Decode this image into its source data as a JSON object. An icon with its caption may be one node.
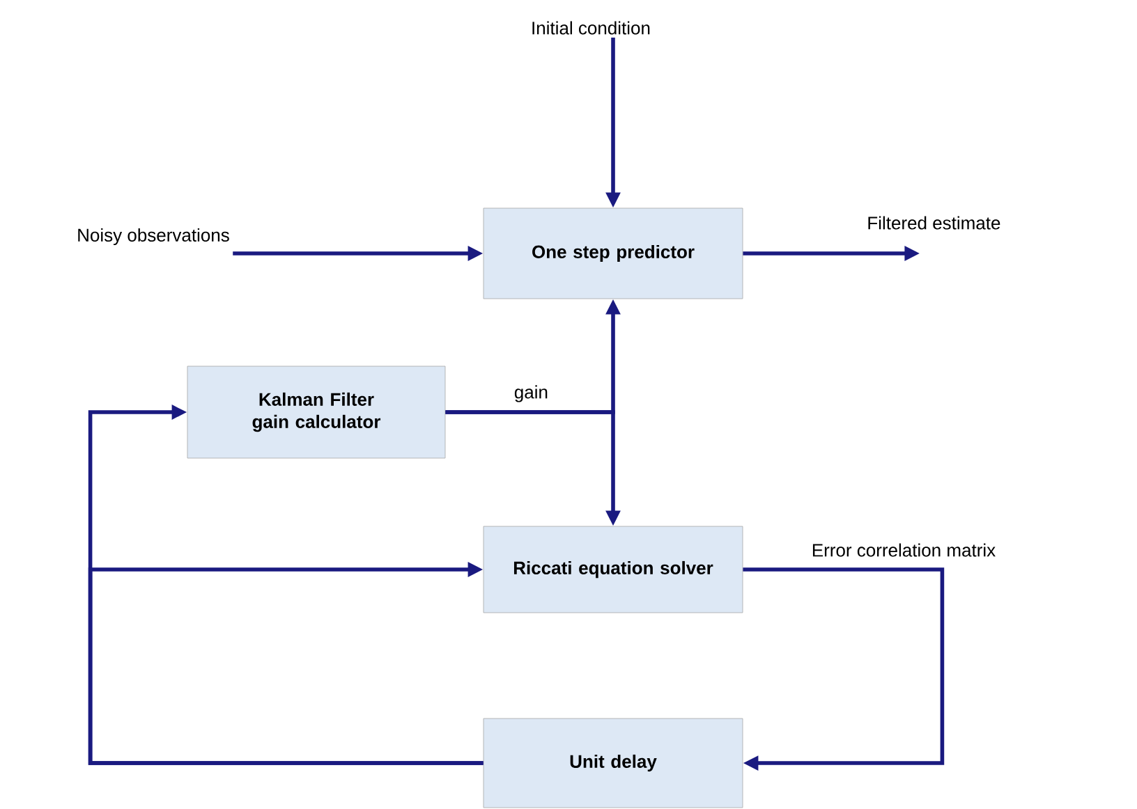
{
  "diagram": {
    "nodes": [
      {
        "text": [
          "One step predictor"
        ]
      },
      {
        "text": [
          "Kalman Filter gain calculator"
        ]
      },
      {
        "text": [
          "Riccati equation solver"
        ]
      },
      {
        "text": [
          "Unit delay"
        ]
      },
      {
        "text": [
          "Initial condition"
        ]
      },
      {
        "text": [
          "Noisy observations"
        ]
      }
    ],
    "edges": [
      {
        "from": 4,
        "to": 0,
        "arrow": "to"
      },
      {
        "from": 5,
        "to": 0,
        "arrow": "to"
      },
      {
        "from": 0,
        "to": null,
        "arrow": "to",
        "label": "Filtered estimate"
      },
      {
        "from": 1,
        "to": 0,
        "arrow": "to",
        "label": "gain"
      },
      {
        "from": 1,
        "to": 2,
        "arrow": "to"
      },
      {
        "from": 2,
        "to": 3,
        "arrow": "to",
        "label": "Error correlation matrix"
      },
      {
        "from": 3,
        "to": 1,
        "arrow": "to"
      },
      {
        "from": 3,
        "to": 2,
        "arrow": "to"
      }
    ]
  }
}
